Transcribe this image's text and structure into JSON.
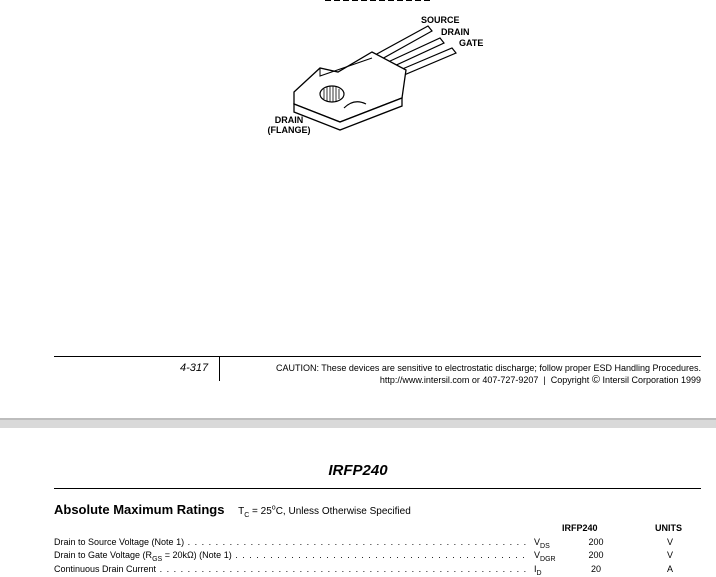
{
  "package_labels": {
    "source": "SOURCE",
    "drain": "DRAIN",
    "gate": "GATE",
    "drain_flange_line1": "DRAIN",
    "drain_flange_line2": "(FLANGE)"
  },
  "footer": {
    "page_number": "4-317",
    "caution": "CAUTION: These devices are sensitive to electrostatic discharge; follow proper ESD Handling Procedures.",
    "contact": "http://www.intersil.com or 407-727-9207",
    "separator": "|",
    "copyright_word": "Copyright",
    "copyright_symbol": "©",
    "copyright_holder": "Intersil Corporation 1999"
  },
  "doc_title": "IRFP240",
  "section": {
    "title": "Absolute Maximum Ratings",
    "condition_prefix": "T",
    "condition_sub": "C",
    "condition_eq": " = 25",
    "condition_sup": "o",
    "condition_rest": "C, Unless Otherwise Specified"
  },
  "table": {
    "col_part": "IRFP240",
    "col_units": "UNITS",
    "rows": [
      {
        "param": "Drain to Source Voltage (Note 1)",
        "sym": "V",
        "sym_sub": "DS",
        "value": "200",
        "unit": "V"
      },
      {
        "param": "Drain to Gate Voltage (R",
        "param_sub": "GS",
        "param_rest": " = 20kΩ) (Note 1)",
        "sym": "V",
        "sym_sub": "DGR",
        "value": "200",
        "unit": "V"
      },
      {
        "param": "Continuous Drain Current",
        "sym": "I",
        "sym_sub": "D",
        "value": "20",
        "unit": "A"
      }
    ]
  }
}
